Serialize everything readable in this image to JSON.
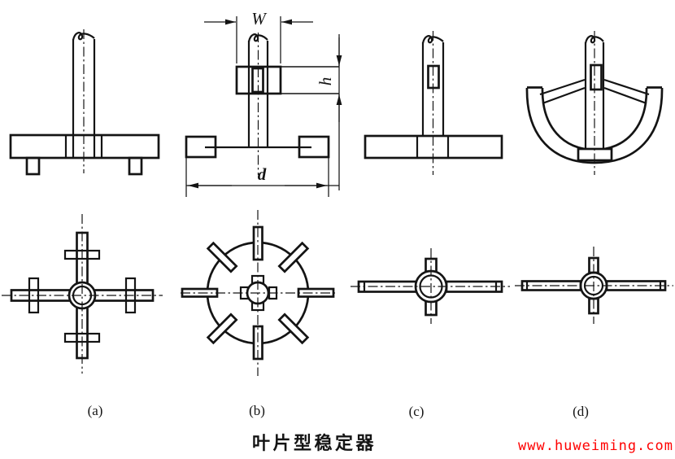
{
  "colors": {
    "line": "#141414",
    "watermark": "#ff0000",
    "background": "#ffffff"
  },
  "caption": "叶片型稳定器",
  "watermark": {
    "text": "www.huweiming.com"
  },
  "figure_labels": {
    "a": "(a)",
    "b": "(b)",
    "c": "(c)",
    "d": "(d)"
  },
  "dimensions": {
    "w": "W",
    "h": "h",
    "d": "d"
  }
}
